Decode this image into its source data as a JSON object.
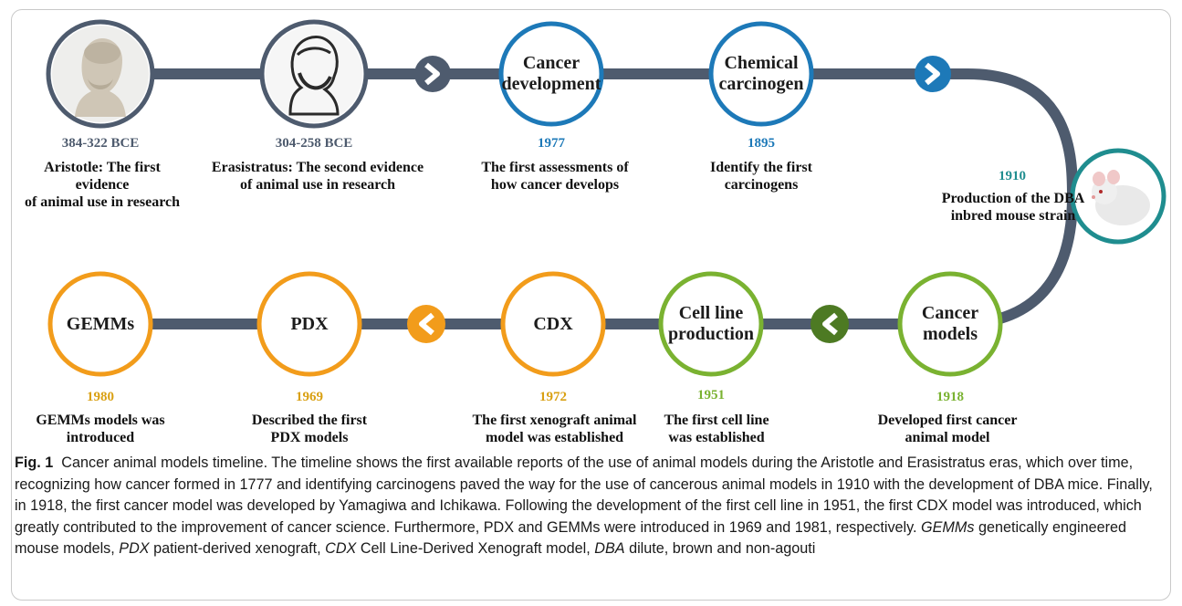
{
  "colors": {
    "track": "#4e5b6e",
    "blue": "#1d79b8",
    "teal": "#1f8d8f",
    "green": "#7ab231",
    "dark_green": "#4d7a23",
    "orange": "#f29c1b",
    "gold": "#d9a012"
  },
  "top_row": [
    {
      "id": "aristotle",
      "circle_text": "",
      "icon": "aristotle-bust-icon",
      "year": "384-322 BCE",
      "desc": "Aristotle: The first evidence\nof animal use in research"
    },
    {
      "id": "erasistratus",
      "circle_text": "",
      "icon": "erasistratus-engraving-icon",
      "year": "304-258 BCE",
      "desc": "Erasistratus: The second evidence\nof animal use in research"
    },
    {
      "id": "cancer-development",
      "circle_text": "Cancer\ndevelopment",
      "year": "1977",
      "desc": "The first assessments of\nhow cancer develops"
    },
    {
      "id": "chemical-carcinogen",
      "circle_text": "Chemical\ncarcinogen",
      "year": "1895",
      "desc": "Identify the first\ncarcinogens"
    }
  ],
  "mouse": {
    "icon": "white-mouse-icon",
    "year": "1910",
    "desc": "Production of the DBA\ninbred mouse strain"
  },
  "bottom_row": [
    {
      "id": "gemms",
      "circle_text": "GEMMs",
      "year": "1980",
      "desc": "GEMMs models was\nintroduced"
    },
    {
      "id": "pdx",
      "circle_text": "PDX",
      "year": "1969",
      "desc": "Described the first\nPDX models"
    },
    {
      "id": "cdx",
      "circle_text": "CDX",
      "year": "1972",
      "desc": "The first xenograft animal\n model  was established"
    },
    {
      "id": "cell-line",
      "circle_text": "Cell line\nproduction",
      "year": "1951",
      "desc": "The first cell line\nwas established"
    },
    {
      "id": "cancer-models",
      "circle_text": "Cancer\nmodels",
      "year": "1918",
      "desc": "Developed first cancer\nanimal model"
    }
  ],
  "caption": {
    "fig_label": "Fig. 1",
    "text_1": "Cancer animal models timeline. The timeline shows the first available reports of the use of animal models during the Aristotle and Erasistratus eras, which over time, recognizing how cancer formed in 1777 and identifying carcinogens paved the way for the use of cancerous animal models in 1910 with the development of DBA mice. Finally, in 1918, the first cancer model was developed by Yamagiwa and Ichikawa. Following the development of the first cell line in 1951, the first CDX model was introduced, which greatly contributed to the improvement of cancer science. Furthermore, PDX and GEMMs were introduced in 1969 and 1981, respectively.",
    "abbr_1": "GEMMs",
    "def_1": "genetically engineered mouse models,",
    "abbr_2": "PDX",
    "def_2": "patient-derived xenograft,",
    "abbr_3": "CDX",
    "def_3": "Cell Line-Derived Xenograft model,",
    "abbr_4": "DBA",
    "def_4": "dilute, brown and non-agouti"
  }
}
